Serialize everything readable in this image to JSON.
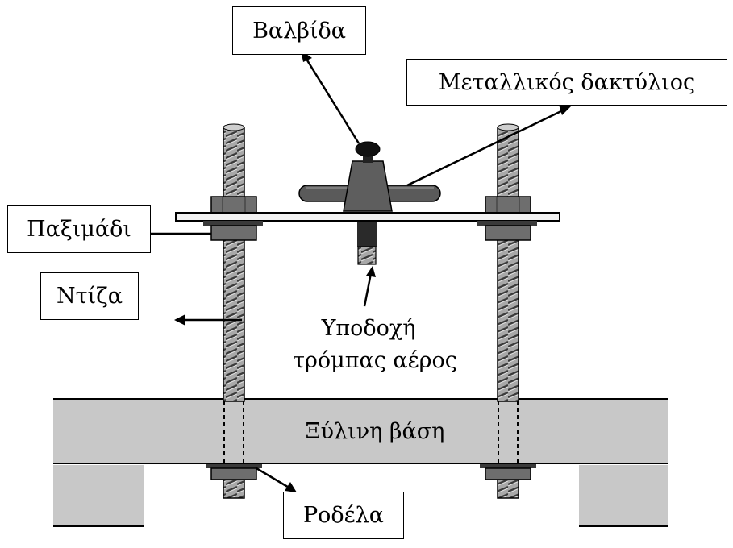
{
  "labels": {
    "valve": "Βαλβίδα",
    "metal_ring": "Μεταλλικός δακτύλιος",
    "nut": "Παξιμάδι",
    "threaded_rod": "Ντίζα",
    "pump_fitting_line1": "Υποδοχή",
    "pump_fitting_line2": "τρόμπας αέρος",
    "wooden_base": "Ξύλινη βάση",
    "washer": "Ροδέλα"
  },
  "colors": {
    "base_fill": "#c8c8c8",
    "rod_fill": "#9a9a9a",
    "nut_fill": "#6e6e6e",
    "ring_fill": "#5a5a5a",
    "outline": "#000000"
  }
}
